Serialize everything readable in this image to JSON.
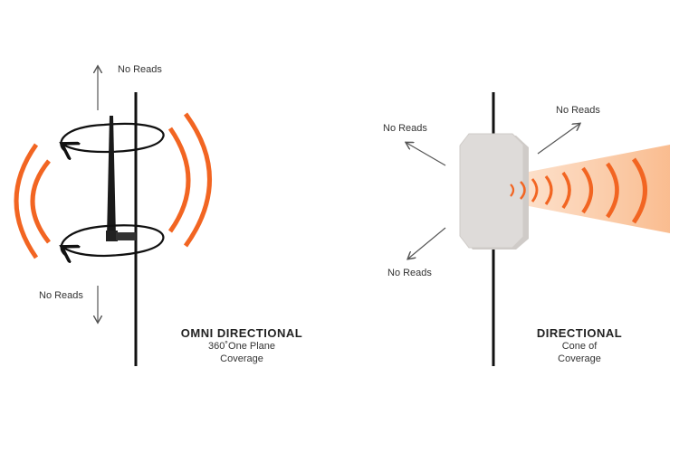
{
  "omni": {
    "top_label": "No Reads",
    "bottom_label": "No Reads",
    "title": "OMNI DIRECTIONAL",
    "subtitle_line1": "360˚One Plane",
    "subtitle_line2": "Coverage"
  },
  "directional": {
    "upper_left_label": "No Reads",
    "upper_right_label": "No Reads",
    "lower_left_label": "No Reads",
    "title": "DIRECTIONAL",
    "subtitle_line1": "Cone of",
    "subtitle_line2": "Coverage"
  },
  "colors": {
    "wave": "#f26522",
    "cone": "#fbd3b4",
    "pole": "#111111",
    "arrow": "#555555",
    "antenna_panel": "#d9d6d4"
  }
}
